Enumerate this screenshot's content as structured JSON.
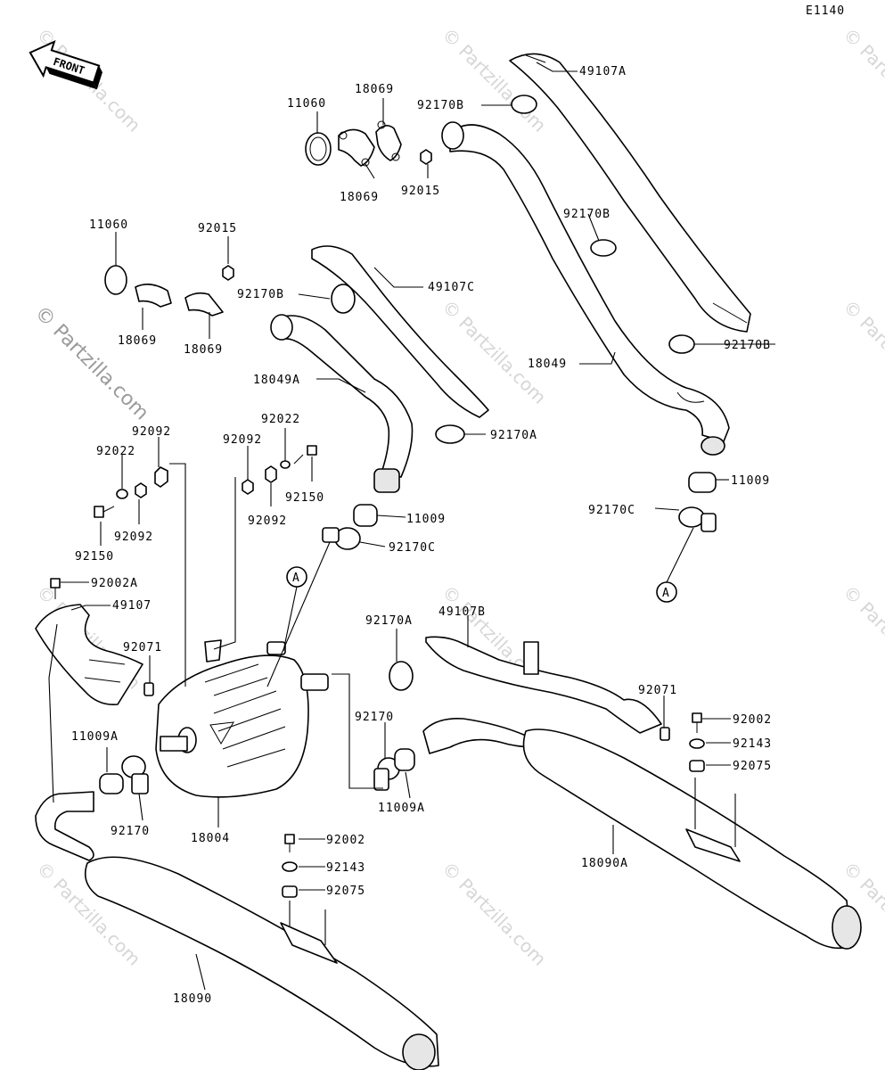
{
  "diagram_code": "E1140",
  "front_arrow_label": "FRONT",
  "watermark": "© Partzilla.com",
  "callout_marker": "A",
  "labels": {
    "l49107A": "49107A",
    "l11060_top": "11060",
    "l18069_top1": "18069",
    "l92170B_top": "92170B",
    "l18069_top2": "18069",
    "l92015_top": "92015",
    "l11060_left": "11060",
    "l92015_mid": "92015",
    "l92170B_mid": "92170B",
    "l49107C": "49107C",
    "l92170B_right1": "92170B",
    "l18069_left1": "18069",
    "l18069_left2": "18069",
    "l92170B_right2": "92170B",
    "l18049": "18049",
    "l18049A": "18049A",
    "l92022_a": "92022",
    "l92092_a": "92092",
    "l92092_b": "92092",
    "l92022_b": "92022",
    "l92170A_mid": "92170A",
    "l11009_right": "11009",
    "l92150_a": "92150",
    "l92092_c": "92092",
    "l92092_d": "92092",
    "l92170C_right": "92170C",
    "l92150_b": "92150",
    "l11009_mid": "11009",
    "l92170C_mid": "92170C",
    "l92002A": "92002A",
    "l49107": "49107",
    "l92170A_low": "92170A",
    "l49107B": "49107B",
    "l92071_left": "92071",
    "l92071_right": "92071",
    "l92002_right": "92002",
    "l92170_mid": "92170",
    "l92143_right": "92143",
    "l11009A_left": "11009A",
    "l92075_right": "92075",
    "l11009A_mid": "11009A",
    "l92170_low": "92170",
    "l18004": "18004",
    "l92002_low": "92002",
    "l18090A": "18090A",
    "l92143_low": "92143",
    "l92075_low": "92075",
    "l18090": "18090"
  }
}
